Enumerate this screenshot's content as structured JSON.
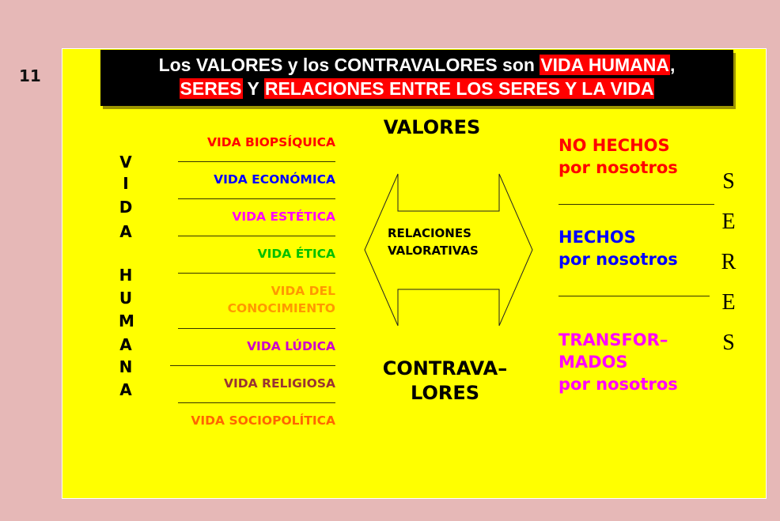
{
  "slide_number": "11",
  "colors": {
    "background": "#e6b8b7",
    "panel": "#ffff00",
    "title_bg": "#000000",
    "highlight": "#ff0000"
  },
  "title": {
    "line1_plain": "Los VALORES y los CONTRAVALORES son ",
    "line1_hl": "VIDA HUMANA",
    "line1_end": ",",
    "line2_hl1": "SERES",
    "line2_plain": " Y ",
    "line2_hl2": "RELACIONES ENTRE LOS SERES Y LA VIDA"
  },
  "vida_humana_letters": [
    "V",
    "I",
    "D",
    "A",
    "H",
    "U",
    "M",
    "A",
    "N",
    "A"
  ],
  "life_items": [
    {
      "label": "VIDA BIOPSÍQUICA",
      "color": "#ff0000"
    },
    {
      "label": "VIDA ECONÓMICA",
      "color": "#0000ff"
    },
    {
      "label": "VIDA ESTÉTICA",
      "color": "#ff00ff"
    },
    {
      "label": "VIDA ÉTICA",
      "color": "#00c000"
    },
    {
      "label_line1": "VIDA DEL",
      "label_line2": "CONOCIMIENTO",
      "color": "#ff9900"
    },
    {
      "label": "VIDA LÚDICA",
      "color": "#cc00cc"
    },
    {
      "label": "VIDA RELIGIOSA",
      "color": "#993333"
    },
    {
      "label": "VIDA SOCIOPOLÍTICA",
      "color": "#ff6600"
    }
  ],
  "center": {
    "top_label": "VALORES",
    "arrow_label_line1": "RELACIONES",
    "arrow_label_line2": "VALORATIVAS",
    "bottom_label_line1": "CONTRAVA–",
    "bottom_label_line2": "LORES"
  },
  "beings": [
    {
      "line1": "NO HECHOS",
      "line2": "por nosotros",
      "color": "#ff0000"
    },
    {
      "line1": "HECHOS",
      "line2": "por nosotros",
      "color": "#0000ff"
    },
    {
      "line1": "TRANSFOR–",
      "line2": "MADOS",
      "line3": "por nosotros",
      "color": "#ff00ff"
    }
  ],
  "seres_letters": [
    "S",
    "E",
    "R",
    "E",
    "S"
  ]
}
